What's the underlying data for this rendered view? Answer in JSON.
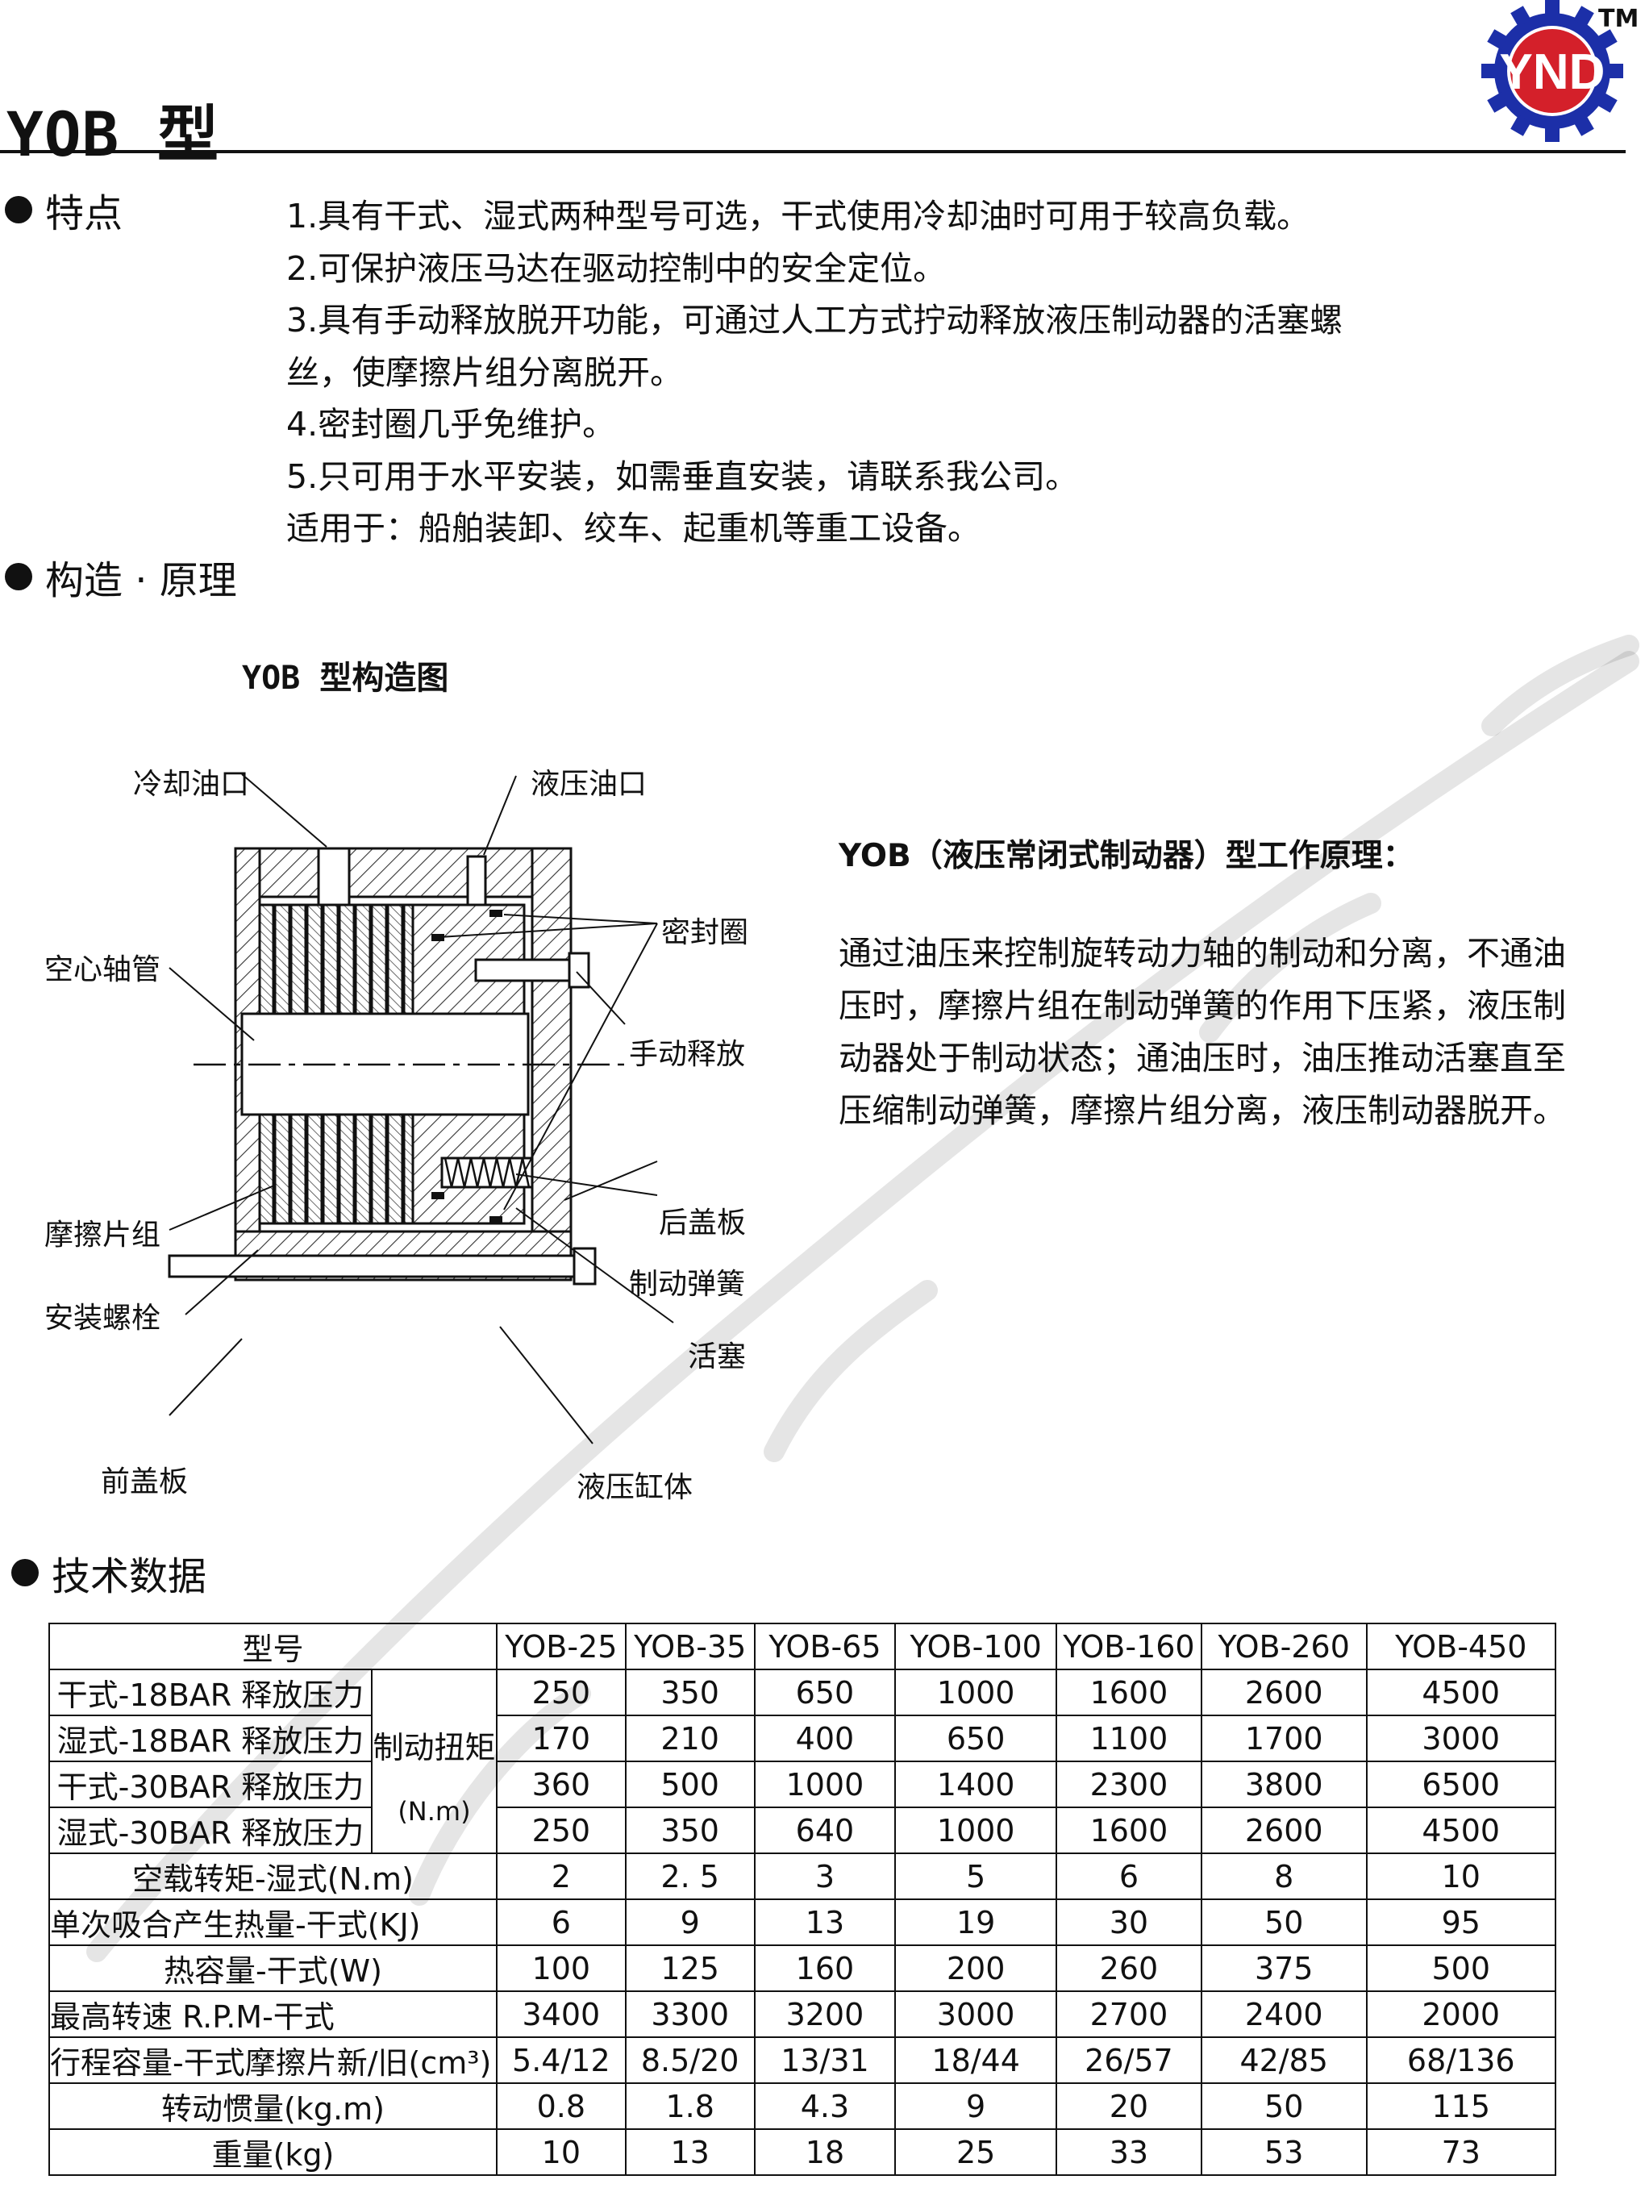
{
  "title": "YOB 型",
  "logo": {
    "text": "YND",
    "tm": "TM",
    "color": "#1c2fa8",
    "accent": "#d4202a"
  },
  "features": {
    "heading": "特点",
    "items": [
      "1.具有干式、湿式两种型号可选，干式使用冷却油时可用于较高负载。",
      "2.可保护液压马达在驱动控制中的安全定位。",
      "3.具有手动释放脱开功能，可通过人工方式拧动释放液压制动器的活塞螺",
      "丝，使摩擦片组分离脱开。",
      "4.密封圈几乎免维护。",
      "5.只可用于水平安装，如需垂直安装，请联系我公司。",
      "适用于：船舶装卸、绞车、起重机等重工设备。"
    ]
  },
  "structure": {
    "heading": "构造 · 原理",
    "diagram_title": "YOB 型构造图",
    "labels": {
      "cooling_port": "冷却油口",
      "hydraulic_port": "液压油口",
      "seal": "密封圈",
      "hollow_shaft": "空心轴管",
      "manual_release": "手动释放",
      "friction_pack": "摩擦片组",
      "rear_cover": "后盖板",
      "brake_spring": "制动弹簧",
      "mount_bolt": "安装螺栓",
      "piston": "活塞",
      "front_cover": "前盖板",
      "cylinder": "液压缸体"
    },
    "principle_title": "YOB（液压常闭式制动器）型工作原理：",
    "principle_text": "通过油压来控制旋转动力轴的制动和分离，不通油压时，摩擦片组在制动弹簧的作用下压紧，液压制动器处于制动状态；通油压时，油压推动活塞直至压缩制动弹簧，摩擦片组分离，液压制动器脱开。"
  },
  "tech": {
    "heading": "技术数据",
    "header_label": "型号",
    "models": [
      "YOB-25",
      "YOB-35",
      "YOB-65",
      "YOB-100",
      "YOB-160",
      "YOB-260",
      "YOB-450"
    ],
    "torque_group_label": "制动扭矩",
    "torque_unit": "(N.m)",
    "torque_rows": [
      {
        "label": "干式-18BAR 释放压力",
        "values": [
          "250",
          "350",
          "650",
          "1000",
          "1600",
          "2600",
          "4500"
        ]
      },
      {
        "label": "湿式-18BAR 释放压力",
        "values": [
          "170",
          "210",
          "400",
          "650",
          "1100",
          "1700",
          "3000"
        ]
      },
      {
        "label": "干式-30BAR 释放压力",
        "values": [
          "360",
          "500",
          "1000",
          "1400",
          "2300",
          "3800",
          "6500"
        ]
      },
      {
        "label": "湿式-30BAR 释放压力",
        "values": [
          "250",
          "350",
          "640",
          "1000",
          "1600",
          "2600",
          "4500"
        ]
      }
    ],
    "rows": [
      {
        "label": "空载转矩-湿式(N.m)",
        "values": [
          "2",
          "2. 5",
          "3",
          "5",
          "6",
          "8",
          "10"
        ]
      },
      {
        "label": "单次吸合产生热量-干式(KJ)",
        "values": [
          "6",
          "9",
          "13",
          "19",
          "30",
          "50",
          "95"
        ]
      },
      {
        "label": "热容量-干式(W)",
        "values": [
          "100",
          "125",
          "160",
          "200",
          "260",
          "375",
          "500"
        ]
      },
      {
        "label": "最高转速 R.P.M-干式",
        "values": [
          "3400",
          "3300",
          "3200",
          "3000",
          "2700",
          "2400",
          "2000"
        ]
      },
      {
        "label": "行程容量-干式摩擦片新/旧(cm³)",
        "values": [
          "5.4/12",
          "8.5/20",
          "13/31",
          "18/44",
          "26/57",
          "42/85",
          "68/136"
        ]
      },
      {
        "label": "转动惯量(kg.m)",
        "values": [
          "0.8",
          "1.8",
          "4.3",
          "9",
          "20",
          "50",
          "115"
        ]
      },
      {
        "label": "重量(kg)",
        "values": [
          "10",
          "13",
          "18",
          "25",
          "33",
          "53",
          "73"
        ]
      }
    ]
  }
}
